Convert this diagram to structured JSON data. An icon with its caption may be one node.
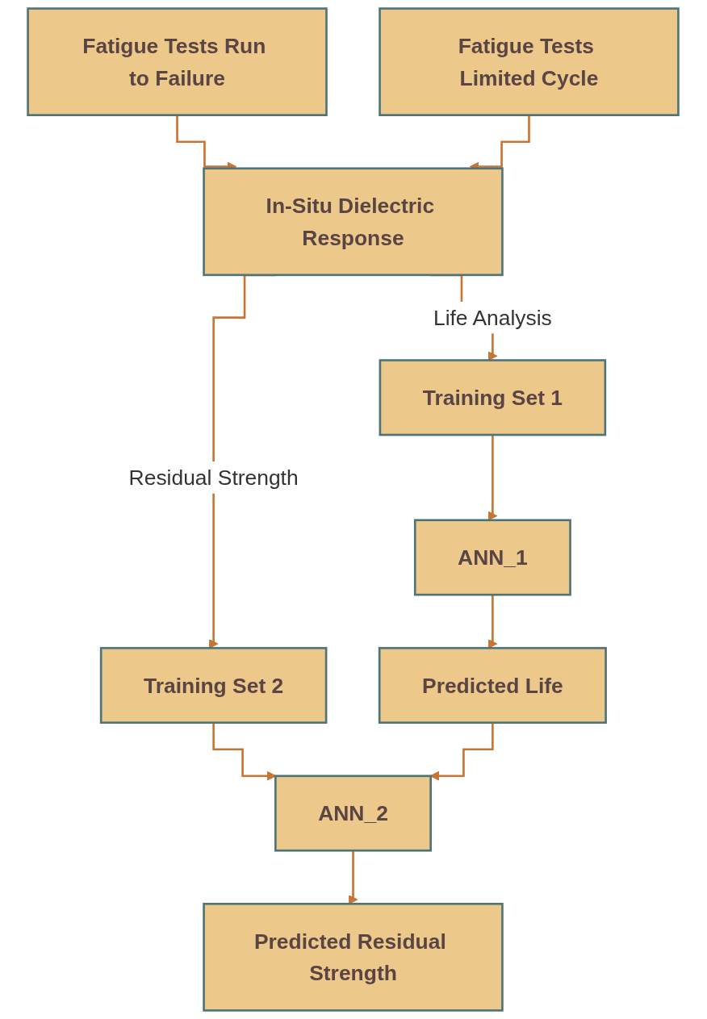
{
  "diagram": {
    "nodes": [
      {
        "text": [
          "Fatigue Tests Run to Failure"
        ]
      },
      {
        "text": [
          "Fatigue Tests Limited Cycle"
        ]
      },
      {
        "text": [
          "In-Situ Dielectric Response"
        ]
      },
      {
        "text": [
          "Training Set 1"
        ]
      },
      {
        "text": [
          "Training Set 2"
        ]
      },
      {
        "text": [
          "ANN_1"
        ]
      },
      {
        "text": [
          "ANN_2"
        ]
      },
      {
        "text": [
          "Predicted Life"
        ]
      },
      {
        "text": [
          "Predicted Residual Strength"
        ]
      }
    ],
    "edges": [
      {
        "from": 0,
        "to": 2,
        "arrow": "to"
      },
      {
        "from": 1,
        "to": 2,
        "arrow": "to"
      },
      {
        "from": 2,
        "to": 3,
        "arrow": "to",
        "label": "Life Analysis"
      },
      {
        "from": 2,
        "to": 4,
        "arrow": "to",
        "label": "Residual Strength"
      },
      {
        "from": 3,
        "to": 5,
        "arrow": "to"
      },
      {
        "from": 4,
        "to": 6,
        "arrow": "to"
      },
      {
        "from": 5,
        "to": 7,
        "arrow": "to"
      },
      {
        "from": 7,
        "to": 6,
        "arrow": "to"
      },
      {
        "from": 6,
        "to": 8,
        "arrow": "to"
      }
    ]
  }
}
